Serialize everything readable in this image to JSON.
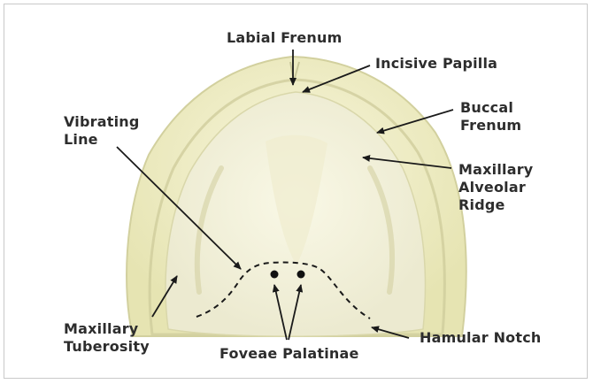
{
  "figure": {
    "labels": {
      "labial_frenum": "Labial Frenum",
      "incisive_papilla": "Incisive Papilla",
      "vibrating_line": "Vibrating\nLine",
      "buccal_frenum": "Buccal\nFrenum",
      "maxillary_alveolar_ridge": "Maxillary\nAlveolar\nRidge",
      "maxillary_tuberosity": "Maxillary\nTuberosity",
      "foveae_palatinae": "Foveae Palatinae",
      "hamular_notch": "Hamular Notch"
    },
    "colors": {
      "cast_base": "#efeec2",
      "cast_rim": "#e4e2ad",
      "palate": "#f3f1d2",
      "shadow": "#c9c79a",
      "text": "#2d2d2d",
      "line": "#1a1a1a"
    }
  }
}
